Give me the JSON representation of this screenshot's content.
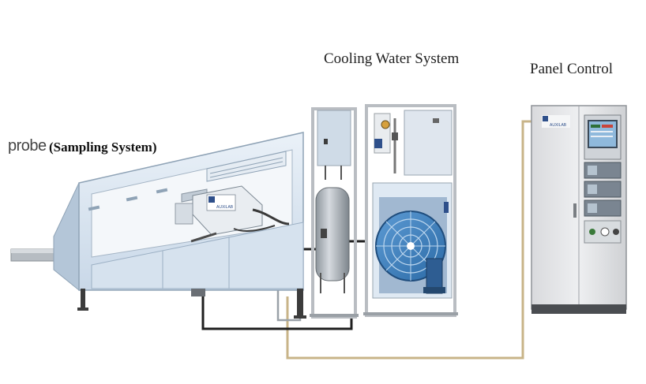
{
  "labels": {
    "probe": "probe",
    "sampling": "(Sampling System)",
    "cooling": "Cooling Water System",
    "panel": "Panel Control"
  },
  "badges": {
    "sampler_logo": "AUXILAB",
    "panel_logo": "AUXILAB"
  },
  "colors": {
    "frame_grey": "#b9bdc2",
    "housing_blue": "#dfe9f3",
    "signal_cable": "#c8b488",
    "water_pipe": "#1f1f1f",
    "fan_blue": "#3f82c0",
    "panel_body": "#e3e4e6"
  }
}
